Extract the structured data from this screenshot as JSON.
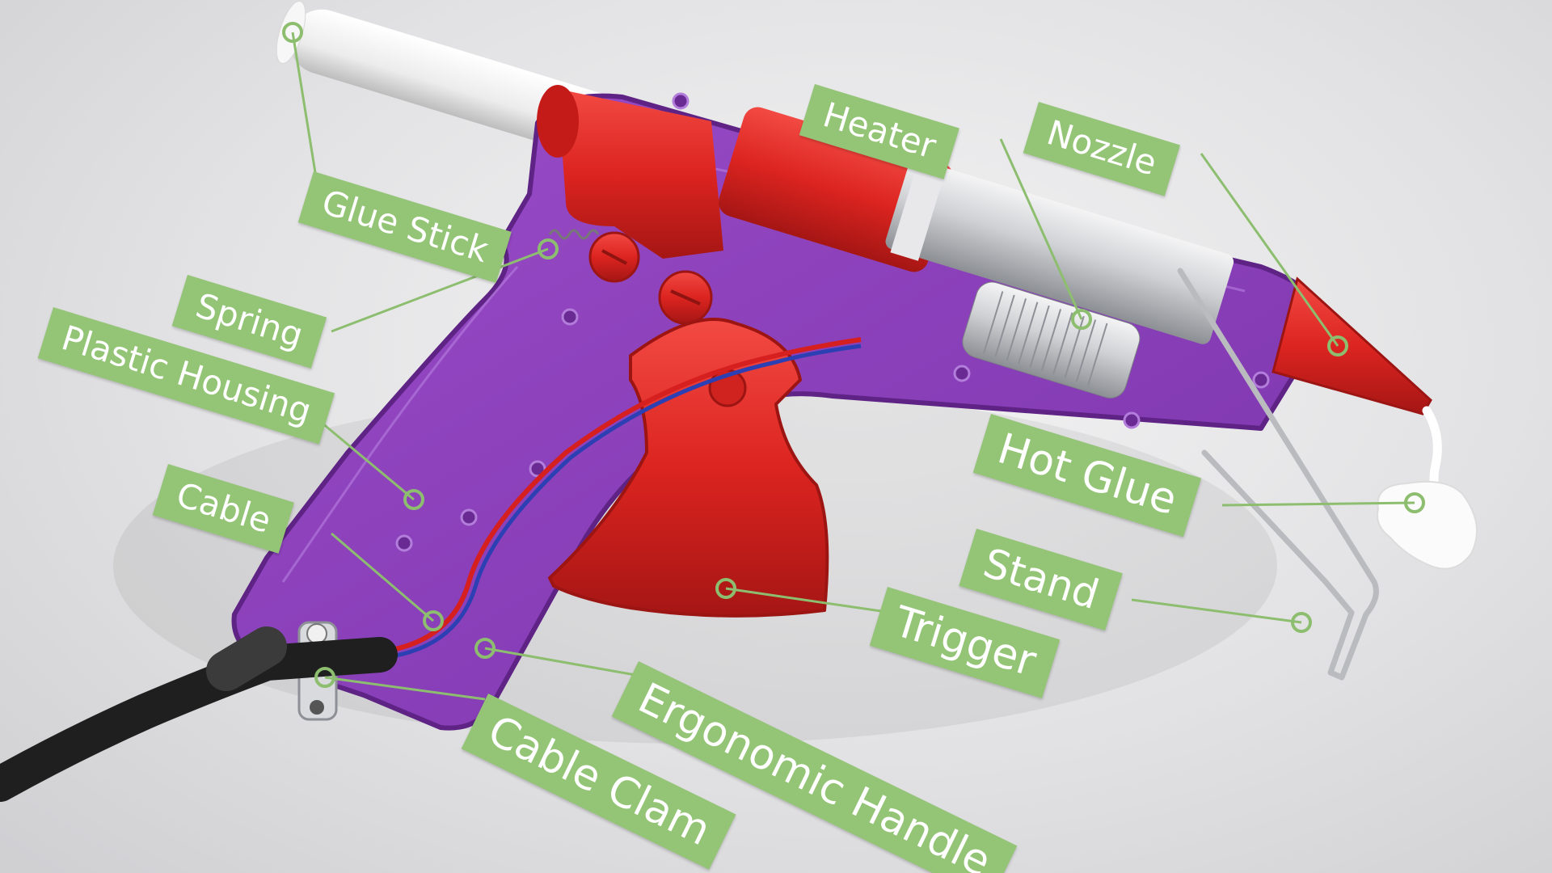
{
  "colors": {
    "purple": "#8a3fba",
    "purple_dark": "#6a2a93",
    "red": "#e02a25",
    "red_dark": "#a9171a",
    "metal": "#c9cbcf",
    "label_bg": "#94c476",
    "leader": "#8dbe6f",
    "cable": "#2a2a2a"
  },
  "labels": {
    "glue_stick": "Glue Stick",
    "heater": "Heater",
    "nozzle": "Nozzle",
    "spring": "Spring",
    "plastic_housing": "Plastic Housing",
    "cable": "Cable",
    "hot_glue": "Hot Glue",
    "stand": "Stand",
    "trigger": "Trigger",
    "ergonomic_handle": "Ergonomic Handle",
    "cable_clam": "Cable Clam"
  }
}
